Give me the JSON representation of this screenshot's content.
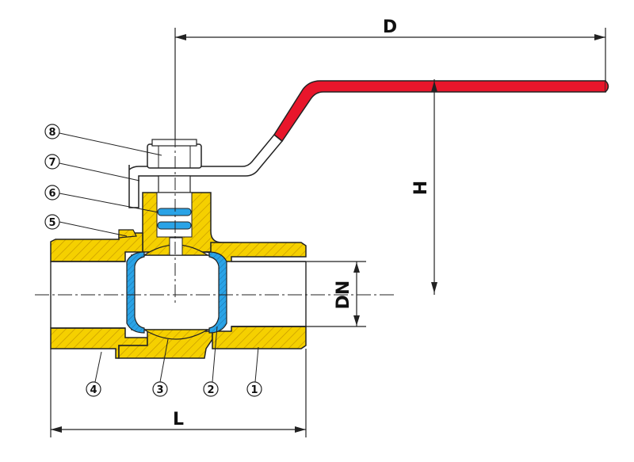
{
  "diagram": {
    "dimensions": {
      "overall_length": "D",
      "height": "H",
      "nominal_diameter": "DN",
      "body_length": "L"
    },
    "callouts": [
      "1",
      "2",
      "3",
      "4",
      "5",
      "6",
      "7",
      "8"
    ],
    "colors": {
      "handle": "#e8162b",
      "body": "#f5d000",
      "seal": "#2aa3e6",
      "ball": "#ffffff",
      "line": "#222222"
    }
  }
}
